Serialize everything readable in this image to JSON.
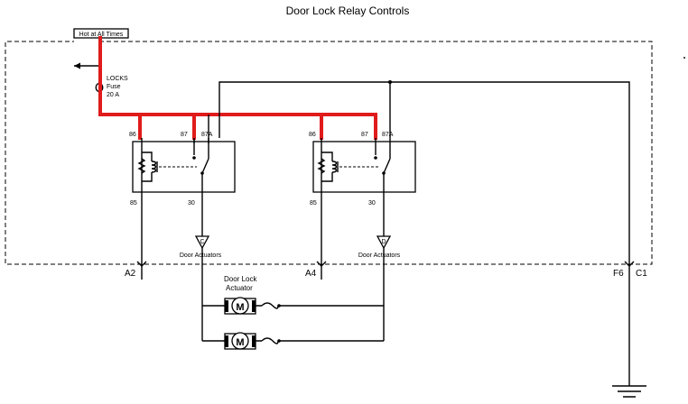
{
  "title": "Door Lock Relay Controls",
  "power_label": "Hot at All Times",
  "fuse": {
    "name": "LOCKS",
    "type": "Fuse",
    "rating": "20 A"
  },
  "relays": [
    {
      "pins": {
        "p86": "86",
        "p87": "87",
        "p87a": "87A",
        "p85": "85",
        "p30": "30"
      },
      "connector": "C",
      "dest": "Door Actuators",
      "pin_out": "A2"
    },
    {
      "pins": {
        "p86": "86",
        "p87": "87",
        "p87a": "87A",
        "p85": "85",
        "p30": "30"
      },
      "connector": "D",
      "dest": "Door Actuators",
      "pin_out": "A4"
    }
  ],
  "ground_pins": {
    "left": "F6",
    "right": "C1"
  },
  "actuator_label_line1": "Door Lock",
  "actuator_label_line2": "Actuator",
  "motor_symbol": "M",
  "colors": {
    "power_wire": "#e01b1b",
    "wire": "#000000"
  }
}
